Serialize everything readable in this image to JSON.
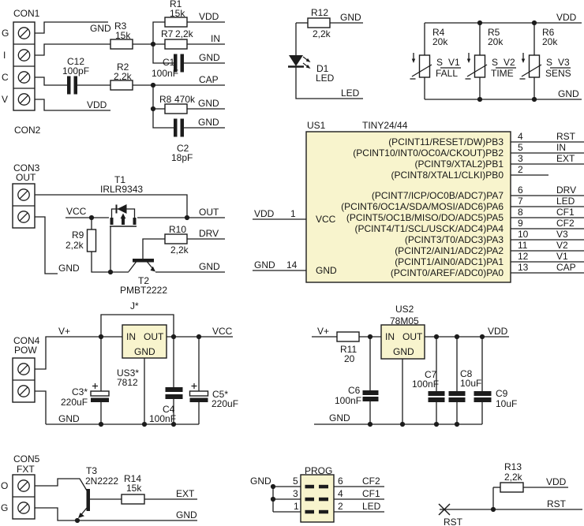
{
  "colors": {
    "chip_fill": "#f8f4cd",
    "wire": "#1c1c1c"
  },
  "nets": {
    "gnd": "GND",
    "vdd": "VDD",
    "vcc": "VCC",
    "vplus": "V+",
    "in": "IN",
    "out": "OUT",
    "cap": "CAP",
    "drv": "DRV",
    "ext": "EXT",
    "rst": "RST",
    "led": "LED"
  },
  "con1": {
    "title": "CON1",
    "pins": [
      "G",
      "I",
      "C",
      "V"
    ]
  },
  "con2": {
    "title": "CON2"
  },
  "con3": {
    "title": "CON3",
    "sub": "OUT"
  },
  "con4": {
    "title": "CON4",
    "sub": "POW"
  },
  "con5": {
    "title": "CON5",
    "sub": "FXT",
    "pins": [
      "O",
      "G"
    ]
  },
  "r1": {
    "ref": "R1",
    "val": "15k"
  },
  "r2": {
    "ref": "R2",
    "val": "2,2k"
  },
  "r3": {
    "ref": "R3",
    "val": "15k"
  },
  "r4": {
    "ref": "R4",
    "val": "20k"
  },
  "r5": {
    "ref": "R5",
    "val": "20k"
  },
  "r6": {
    "ref": "R6",
    "val": "20k"
  },
  "r7": {
    "ref": "R7",
    "val": "2,2k"
  },
  "r8": {
    "ref": "R8",
    "val": "470k"
  },
  "r9": {
    "ref": "R9",
    "val": "2,2k"
  },
  "r10": {
    "ref": "R10",
    "val": "2,2k"
  },
  "r11": {
    "ref": "R11",
    "val": "20"
  },
  "r12": {
    "ref": "R12",
    "val": "2,2k"
  },
  "r13": {
    "ref": "R13",
    "val": "2,2k"
  },
  "r14": {
    "ref": "R14",
    "val": "15k"
  },
  "c1": {
    "ref": "C1",
    "val": "100nF"
  },
  "c2": {
    "ref": "C2",
    "val": "18pF"
  },
  "c3": {
    "ref": "C3*",
    "val": "220uF"
  },
  "c4": {
    "ref": "C4",
    "val": "100nF"
  },
  "c5": {
    "ref": "C5*",
    "val": "220uF"
  },
  "c6": {
    "ref": "C6",
    "val": "100nF"
  },
  "c7": {
    "ref": "C7",
    "val": "100nF"
  },
  "c8": {
    "ref": "C8",
    "val": "10uF"
  },
  "c9": {
    "ref": "C9",
    "val": "10uF"
  },
  "c12": {
    "ref": "C12",
    "val": "100pF"
  },
  "d1": {
    "ref": "D1",
    "val": "LED"
  },
  "t1": {
    "ref": "T1",
    "val": "IRLR9343"
  },
  "t2": {
    "ref": "T2",
    "val": "PMBT2222"
  },
  "t3": {
    "ref": "T3",
    "val": "2N2222"
  },
  "j": {
    "ref": "J*"
  },
  "trimmers": [
    {
      "des": "S",
      "name": "V1",
      "fn": "FALL"
    },
    {
      "des": "S",
      "name": "V2",
      "fn": "TIME"
    },
    {
      "des": "S",
      "name": "V3",
      "fn": "SENS"
    }
  ],
  "us1": {
    "ref": "US1",
    "part": "TINY24/44",
    "left": [
      {
        "net": "VDD",
        "num": "1",
        "name": "VCC"
      },
      {
        "net": "GND",
        "num": "14",
        "name": "GND"
      }
    ],
    "right": [
      {
        "name": "(PCINT11/RESET/DW)PB3",
        "num": "4",
        "net": "RST"
      },
      {
        "name": "(PCINT10/INT0/OC0A/CKOUT)PB2",
        "num": "5",
        "net": "IN"
      },
      {
        "name": "(PCINT9/XTAL2)PB1",
        "num": "3",
        "net": "EXT"
      },
      {
        "name": "(PCINT8/XTAL1/CLKI)PB0",
        "num": "2",
        "net": ""
      },
      {
        "name": "(PCINT7/ICP/OC0B/ADC7)PA7",
        "num": "6",
        "net": "DRV"
      },
      {
        "name": "(PCINT6/OC1A/SDA/MOSI/ADC6)PA6",
        "num": "7",
        "net": "LED"
      },
      {
        "name": "(PCINT5/OC1B/MISO/DO/ADC5)PA5",
        "num": "8",
        "net": "CF1"
      },
      {
        "name": "(PCINT4/T1/SCL/USCK/ADC4)PA4",
        "num": "9",
        "net": "CF2"
      },
      {
        "name": "(PCINT3/T0/ADC3)PA3",
        "num": "10",
        "net": "V3"
      },
      {
        "name": "(PCINT2/AIN1/ADC2)PA2",
        "num": "11",
        "net": "V2"
      },
      {
        "name": "(PCINT1/AIN0/ADC1)PA1",
        "num": "12",
        "net": "V1"
      },
      {
        "name": "(PCINT0/AREF/ADC0)PA0",
        "num": "13",
        "net": "CAP"
      }
    ]
  },
  "us2": {
    "ref": "US2",
    "part": "78M05",
    "pin_in": "IN",
    "pin_out": "OUT",
    "pin_gnd": "GND"
  },
  "us3": {
    "ref": "US3*",
    "part": "7812",
    "pin_in": "IN",
    "pin_out": "OUT",
    "pin_gnd": "GND"
  },
  "prog": {
    "title": "PROG",
    "left_nums": [
      "5",
      "3",
      "1"
    ],
    "right_nums": [
      "6",
      "4",
      "2"
    ],
    "right_nets": [
      "CF2",
      "CF1",
      "LED"
    ]
  }
}
